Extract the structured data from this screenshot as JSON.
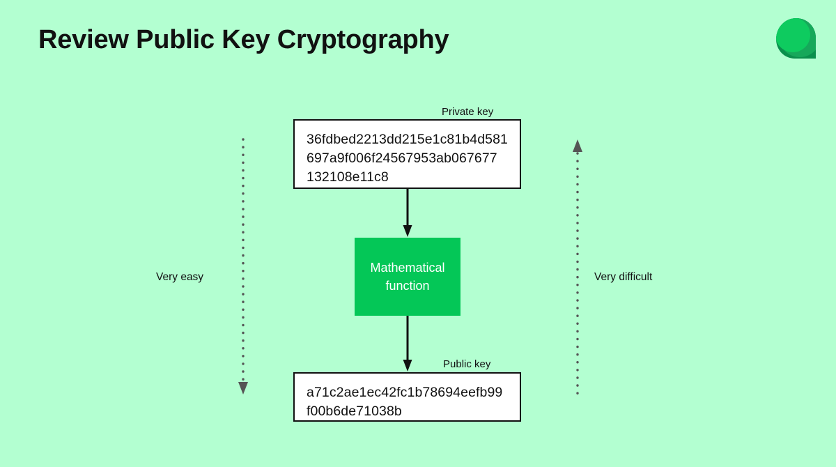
{
  "slide": {
    "background_color": "#b3ffd1",
    "title": "Review Public Key Cryptography",
    "logo": {
      "name": "leaf-logo",
      "colors": [
        "#0ecb5f",
        "#16a85a",
        "#0a8f4c"
      ]
    }
  },
  "diagram": {
    "private_key": {
      "caption": "Private key",
      "value": "36fdbed2213dd215e1c81b4d581697a9f006f24567953ab067677132108e11c8",
      "display_lines": "36fdbed2213dd215e1c81b4d581\n697a9f006f24567953ab067677\n132108e11c8"
    },
    "math_function": {
      "label": "Mathematical\nfunction",
      "fill_color": "#04c757",
      "text_color": "#ffffff"
    },
    "public_key": {
      "caption": "Public key",
      "value": "a71c2ae1ec42fc1b78694eefb99f00b6de71038b",
      "display_lines": "a71c2ae1ec42fc1b78694eefb99\nf00b6de71038b"
    },
    "arrows": {
      "private_to_function": "down-arrow-icon",
      "function_to_public": "down-arrow-icon"
    },
    "annotations": {
      "left": {
        "label": "Very easy",
        "direction": "down",
        "style": "dotted",
        "color": "#555555"
      },
      "right": {
        "label": "Very difficult",
        "direction": "up",
        "style": "dotted",
        "color": "#555555"
      }
    }
  }
}
